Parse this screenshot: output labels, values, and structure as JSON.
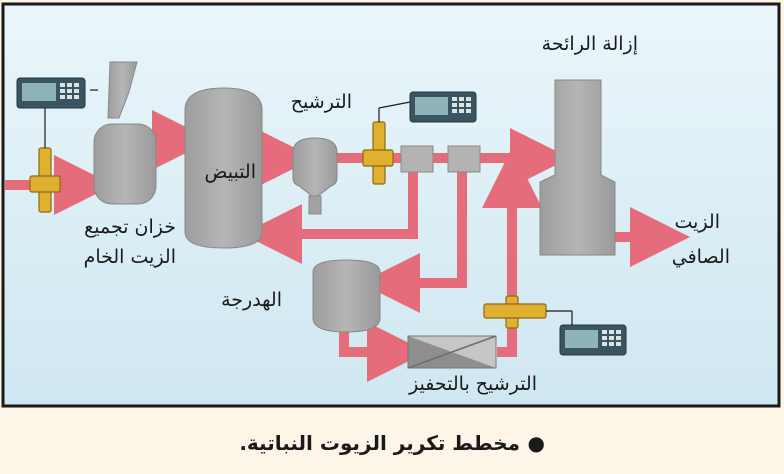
{
  "labels": {
    "deodorizing": "إزالة الرائحة",
    "filtering": "الترشيح",
    "bleaching": "التبيض",
    "crude_tank_line1": "خزان تجميع",
    "crude_tank_line2": "الزيت الخام",
    "pure_oil_line1": "الزيت",
    "pure_oil_line2": "الصافي",
    "hydrogenation": "الهدرجة",
    "catalyst_filtering": "الترشيح بالتحفيز"
  },
  "caption": {
    "bullet": "●",
    "text": "مخطط تكرير الزيوت النباتية."
  },
  "colors": {
    "frame_background": "#d6ecf4",
    "frame_border": "#1a1a1a",
    "pipe": "#e56c7a",
    "vessel": "#a8a8a8",
    "valve": "#e0b030",
    "meter": "#3a5560",
    "page_background": "#fdf5e8"
  }
}
